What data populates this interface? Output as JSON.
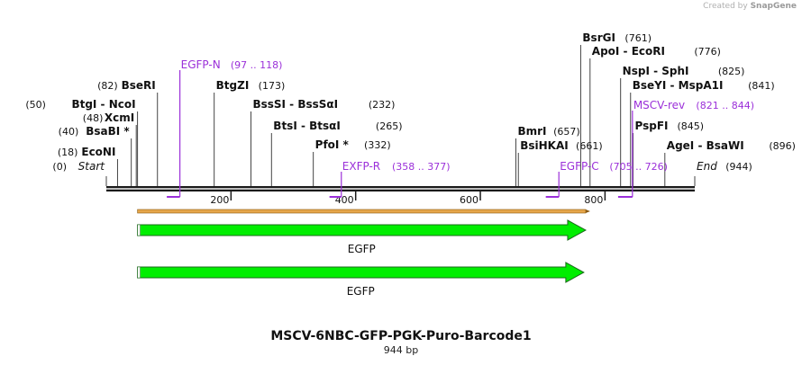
{
  "watermark": {
    "prefix": "Created by",
    "brand": "SnapGene"
  },
  "map": {
    "name": "MSCV-6NBC-GFP-PGK-Puro-Barcode1",
    "length_label": "944 bp",
    "total_bp": 944,
    "ticks": [
      {
        "pos": 200,
        "label": "200"
      },
      {
        "pos": 400,
        "label": "400"
      },
      {
        "pos": 600,
        "label": "600"
      },
      {
        "pos": 800,
        "label": "800"
      }
    ],
    "sites": [
      {
        "id": "start",
        "name": "Start",
        "italic": true,
        "pos": 0,
        "pos_label": "(0)"
      },
      {
        "id": "econi",
        "name": "EcoNI",
        "pos": 18,
        "pos_label": "(18)"
      },
      {
        "id": "bsabi",
        "name": "BsaBI *",
        "pos": 40,
        "pos_label": "(40)"
      },
      {
        "id": "xcmi",
        "name": "XcmI",
        "pos": 48,
        "pos_label": "(48)"
      },
      {
        "id": "btgi",
        "name": "BtgI  -  NcoI",
        "pos": 50,
        "pos_label": "(50)"
      },
      {
        "id": "bseri",
        "name": "BseRI",
        "pos": 82,
        "pos_label": "(82)"
      },
      {
        "id": "btgzi",
        "name": "BtgZI",
        "pos": 173,
        "pos_label": "(173)"
      },
      {
        "id": "bsssi",
        "name": "BssSI  -  BssSαI",
        "pos": 232,
        "pos_label": "(232)"
      },
      {
        "id": "btsi",
        "name": "BtsI  -  BtsαI",
        "pos": 265,
        "pos_label": "(265)"
      },
      {
        "id": "pfoi",
        "name": "PfoI *",
        "pos": 332,
        "pos_label": "(332)"
      },
      {
        "id": "bmri",
        "name": "BmrI",
        "pos": 657,
        "pos_label": "(657)"
      },
      {
        "id": "bsihkai",
        "name": "BsiHKAI",
        "pos": 661,
        "pos_label": "(661)"
      },
      {
        "id": "bsrgi",
        "name": "BsrGI",
        "pos": 761,
        "pos_label": "(761)"
      },
      {
        "id": "apoi",
        "name": "ApoI  -  EcoRI",
        "pos": 776,
        "pos_label": "(776)"
      },
      {
        "id": "nspi",
        "name": "NspI  -  SphI",
        "pos": 825,
        "pos_label": "(825)"
      },
      {
        "id": "bseyi",
        "name": "BseYI  -  MspA1I",
        "pos": 841,
        "pos_label": "(841)"
      },
      {
        "id": "pspfi",
        "name": "PspFI",
        "pos": 845,
        "pos_label": "(845)"
      },
      {
        "id": "agei",
        "name": "AgeI  -  BsaWI",
        "pos": 896,
        "pos_label": "(896)"
      },
      {
        "id": "end",
        "name": "End",
        "italic": true,
        "pos": 944,
        "pos_label": "(944)"
      }
    ],
    "primers": [
      {
        "id": "egfp-n",
        "name": "EGFP-N",
        "range": "(97 .. 118)",
        "start": 97,
        "end": 118
      },
      {
        "id": "exfp-r",
        "name": "EXFP-R",
        "range": "(358 .. 377)",
        "start": 358,
        "end": 377
      },
      {
        "id": "egfp-c",
        "name": "EGFP-C",
        "range": "(705 .. 726)",
        "start": 705,
        "end": 726
      },
      {
        "id": "mscv-rev",
        "name": "MSCV-rev",
        "range": "(821 .. 844)",
        "start": 821,
        "end": 844
      }
    ],
    "orf": {
      "start": 50,
      "end": 769
    },
    "features": [
      {
        "id": "egfp-1",
        "name": "EGFP",
        "start": 50,
        "end": 769
      },
      {
        "id": "egfp-2",
        "name": "EGFP",
        "start": 50,
        "end": 766
      }
    ],
    "colors": {
      "backbone": "#1a1a1a",
      "primer": "#9b30d9",
      "feature_fill": "#00ee00",
      "feature_stroke": "#1c6b1c",
      "orf": "#e6a64a"
    }
  }
}
